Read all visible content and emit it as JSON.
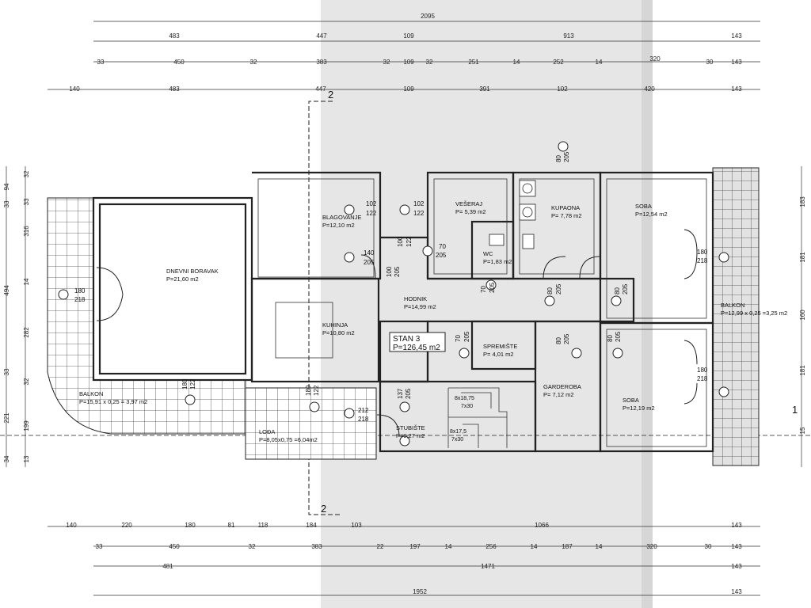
{
  "dims_top": {
    "r1": [
      "2095"
    ],
    "r2": [
      "483",
      "447",
      "109",
      "913",
      "143"
    ],
    "r3": [
      "33",
      "450",
      "32",
      "383",
      "32",
      "109",
      "32",
      "251",
      "14",
      "252",
      "14",
      "320",
      "30",
      "143"
    ],
    "r4": [
      "140",
      "483",
      "447",
      "109",
      "391",
      "102",
      "420",
      "143"
    ]
  },
  "dims_bottom": {
    "r1": [
      "140",
      "220",
      "180",
      "81",
      "118",
      "184",
      "103",
      "1066",
      "143"
    ],
    "r2": [
      "33",
      "450",
      "32",
      "383",
      "22",
      "197",
      "14",
      "256",
      "14",
      "187",
      "14",
      "320",
      "30",
      "143"
    ],
    "r3": [
      "481",
      "1471",
      "143"
    ],
    "r4": [
      "1952",
      "143"
    ]
  },
  "dims_left": {
    "outer": [
      "32",
      "94",
      "33",
      "316",
      "494",
      "14",
      "282",
      "32",
      "33",
      "221",
      "199",
      "34",
      "13"
    ],
    "inner": [
      "33"
    ]
  },
  "dims_right": [
    "183",
    "181",
    "160",
    "181",
    "15"
  ],
  "sections": {
    "a_top": "2",
    "a_bottom": "2",
    "b": "1"
  },
  "rooms": [
    {
      "name": "DNEVNI BORAVAK",
      "area": "P=21,60 m2"
    },
    {
      "name": "BLAGOVANJE",
      "area": "P=12,10 m2"
    },
    {
      "name": "KUHINJA",
      "area": "P=10,80 m2"
    },
    {
      "name": "HODNIK",
      "area": "P=14,99 m2"
    },
    {
      "name": "VEŠERAJ",
      "area": "P= 5,39 m2"
    },
    {
      "name": "WC",
      "area": "P=1,83 m2"
    },
    {
      "name": "KUPAONA",
      "area": "P= 7,78 m2"
    },
    {
      "name": "SOBA",
      "area": "P=12,54 m2"
    },
    {
      "name": "SPREMIŠTE",
      "area": "P= 4,01 m2"
    },
    {
      "name": "GARDEROBA",
      "area": "P= 7,12 m2"
    },
    {
      "name": "SOBA",
      "area": "P=12,19 m2"
    },
    {
      "name": "STUBIŠTE",
      "area": "P=9,27 m2"
    },
    {
      "name": "LOĐA",
      "area": "P=8,05x0,75 =6,04m2"
    },
    {
      "name": "BALKON",
      "area": "P=15,91 x 0,25 = 3,97 m2"
    },
    {
      "name": "BALKON",
      "area": "P=12,99 x 0,25 =3,25 m2"
    }
  ],
  "unit": {
    "name": "STAN 3",
    "area": "P=126,45 m2"
  },
  "doors": [
    {
      "w": "102",
      "h": "122"
    },
    {
      "w": "102",
      "h": "122"
    },
    {
      "w": "140",
      "h": "205"
    },
    {
      "w": "100",
      "h": "122"
    },
    {
      "w": "70",
      "h": "205"
    },
    {
      "w": "70",
      "h": "205"
    },
    {
      "w": "80",
      "h": "205"
    },
    {
      "w": "80",
      "h": "205"
    },
    {
      "w": "80",
      "h": "205"
    },
    {
      "w": "80",
      "h": "205"
    },
    {
      "w": "70",
      "h": "205"
    },
    {
      "w": "80",
      "h": "205"
    },
    {
      "w": "180",
      "h": "218"
    },
    {
      "w": "180",
      "h": "218"
    },
    {
      "w": "180",
      "h": "218"
    },
    {
      "w": "180",
      "h": "122"
    },
    {
      "w": "180",
      "h": "122"
    },
    {
      "w": "212",
      "h": "218"
    },
    {
      "w": "137",
      "h": "205"
    },
    {
      "w": "100",
      "h": "205"
    }
  ],
  "stairs": [
    {
      "count": "8x18,75",
      "size": "7x30"
    },
    {
      "count": "8x17,5",
      "size": "7x30"
    }
  ]
}
